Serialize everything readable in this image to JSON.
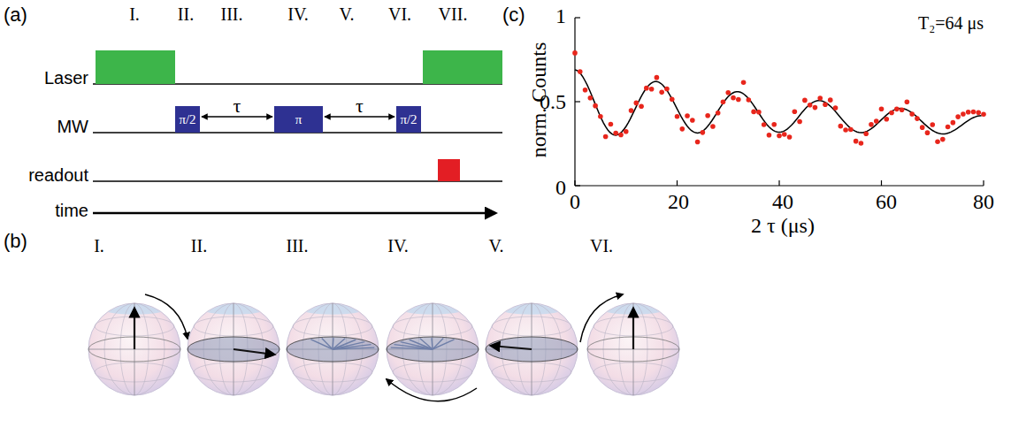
{
  "diagram": {
    "nodes": [
      {
        "text": [
          "π/2"
        ]
      },
      {
        "text": [
          "π"
        ]
      },
      {
        "text": [
          "π/2"
        ]
      }
    ],
    "edges": [
      {
        "from": 0,
        "to": 1,
        "arrow": "both",
        "label": "τ"
      },
      {
        "from": 1,
        "to": 2,
        "arrow": "both",
        "label": "τ"
      }
    ],
    "labels": [
      "(a)",
      "I.",
      "II.",
      "III.",
      "IV.",
      "V.",
      "VI.",
      "VII.",
      "Laser",
      "MW",
      "readout",
      "time",
      "(b)",
      "I.",
      "II.",
      "III.",
      "IV.",
      "V.",
      "VI.",
      "(c)",
      "T₂=64 μs",
      "norm. Counts",
      "2 τ (μs)",
      "0",
      "0.5",
      "1",
      "0",
      "20",
      "40",
      "60",
      "80"
    ]
  }
}
